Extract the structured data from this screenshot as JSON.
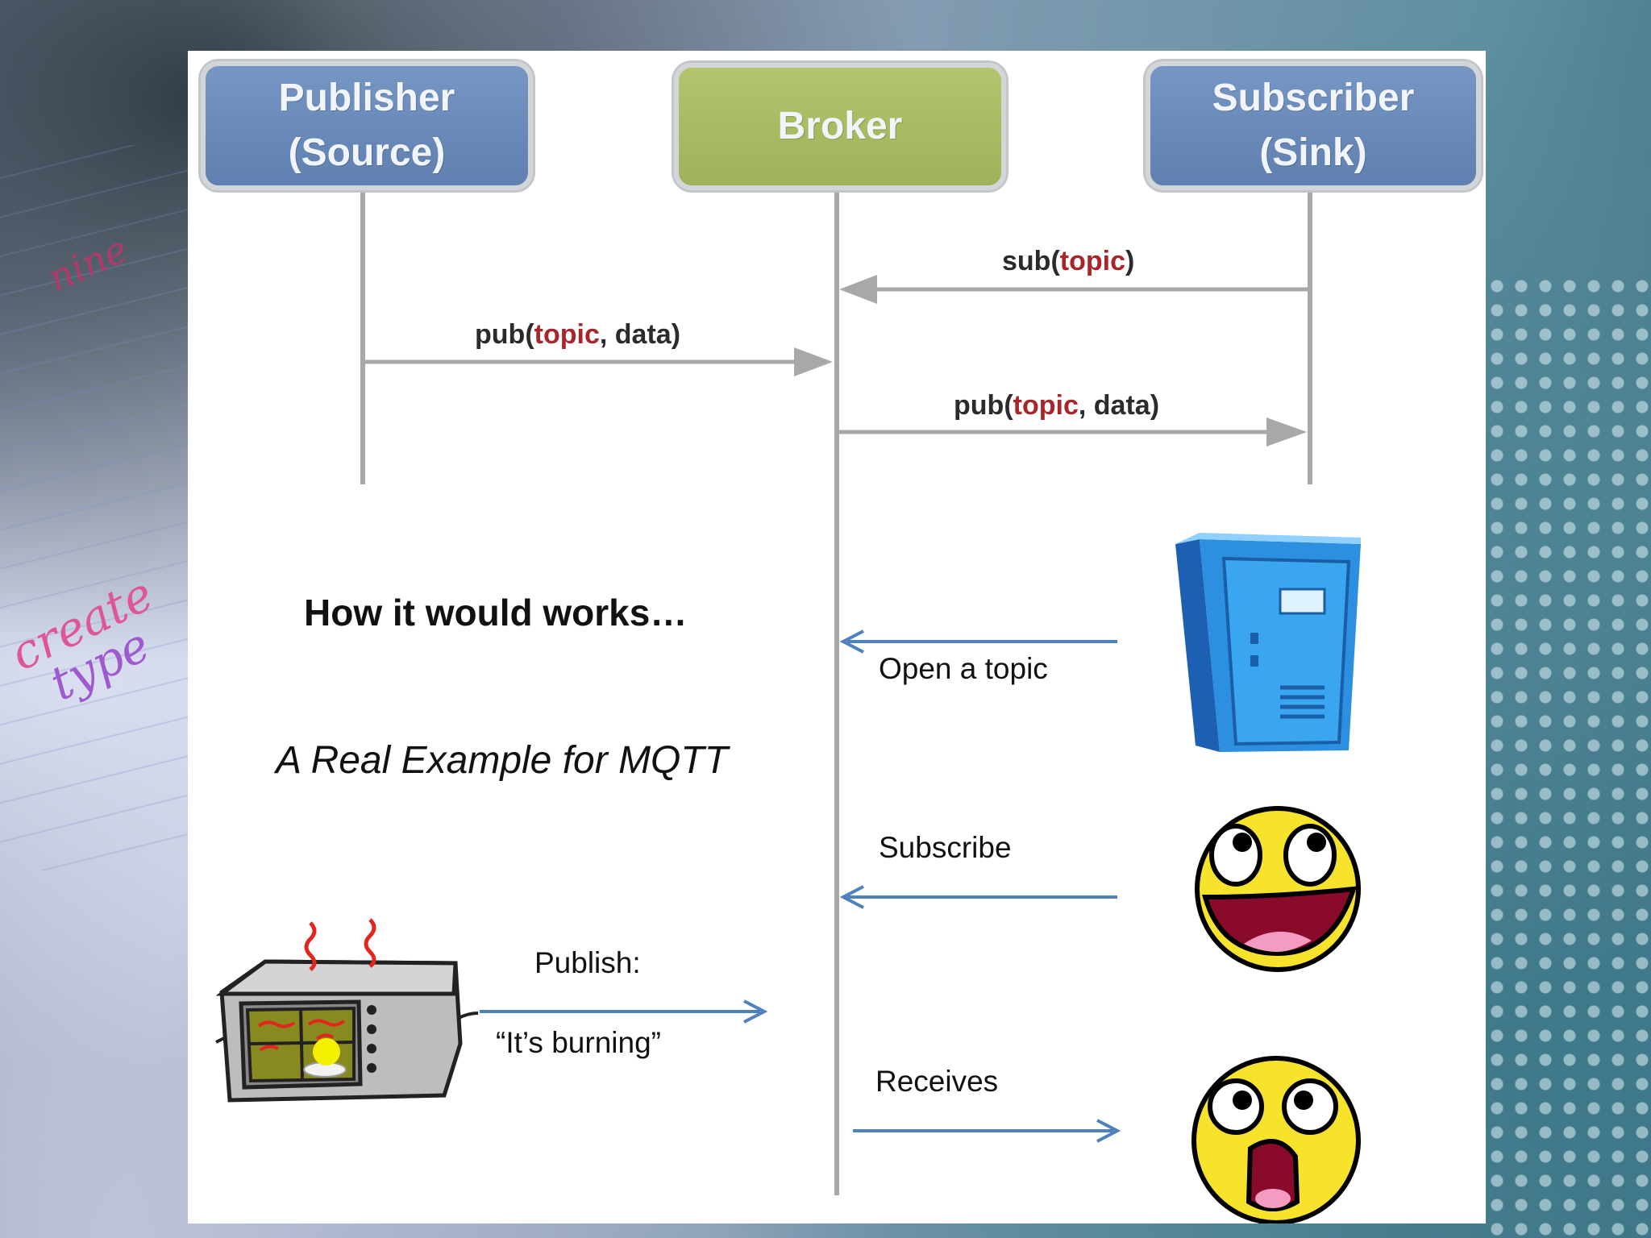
{
  "sequence_diagram": {
    "actors": [
      {
        "id": "publisher",
        "label": "Publisher\n(Source)",
        "color": "#6a8bbb"
      },
      {
        "id": "broker",
        "label": "Broker",
        "color": "#a8bb62"
      },
      {
        "id": "subscriber",
        "label": "Subscriber\n(Sink)",
        "color": "#6a8bbb"
      }
    ],
    "messages": [
      {
        "from": "subscriber",
        "to": "broker",
        "name": "sub",
        "args": [
          "topic"
        ],
        "text": "sub(topic)"
      },
      {
        "from": "publisher",
        "to": "broker",
        "name": "pub",
        "args": [
          "topic",
          "data"
        ],
        "text": "pub(topic, data)"
      },
      {
        "from": "broker",
        "to": "subscriber",
        "name": "pub",
        "args": [
          "topic",
          "data"
        ],
        "text": "pub(topic, data)"
      }
    ],
    "line_color": "#a8a8a8",
    "highlight_color": "#a8262b"
  },
  "example": {
    "heading": "How it would works…",
    "subtitle": "A Real Example for MQTT",
    "steps": [
      {
        "label": "Open a topic",
        "direction": "to-broker",
        "icon": "server-icon"
      },
      {
        "label": "Subscribe",
        "direction": "to-broker",
        "icon": "happy-face-icon"
      },
      {
        "label": "Publish:",
        "detail": "“It’s burning”",
        "direction": "to-broker",
        "icon": "burning-microwave-icon"
      },
      {
        "label": "Receives",
        "direction": "from-broker",
        "icon": "shocked-face-icon"
      }
    ],
    "arrow_color": "#4f81bd"
  },
  "background": {
    "scribbles": [
      "nine",
      "create",
      "type"
    ]
  }
}
